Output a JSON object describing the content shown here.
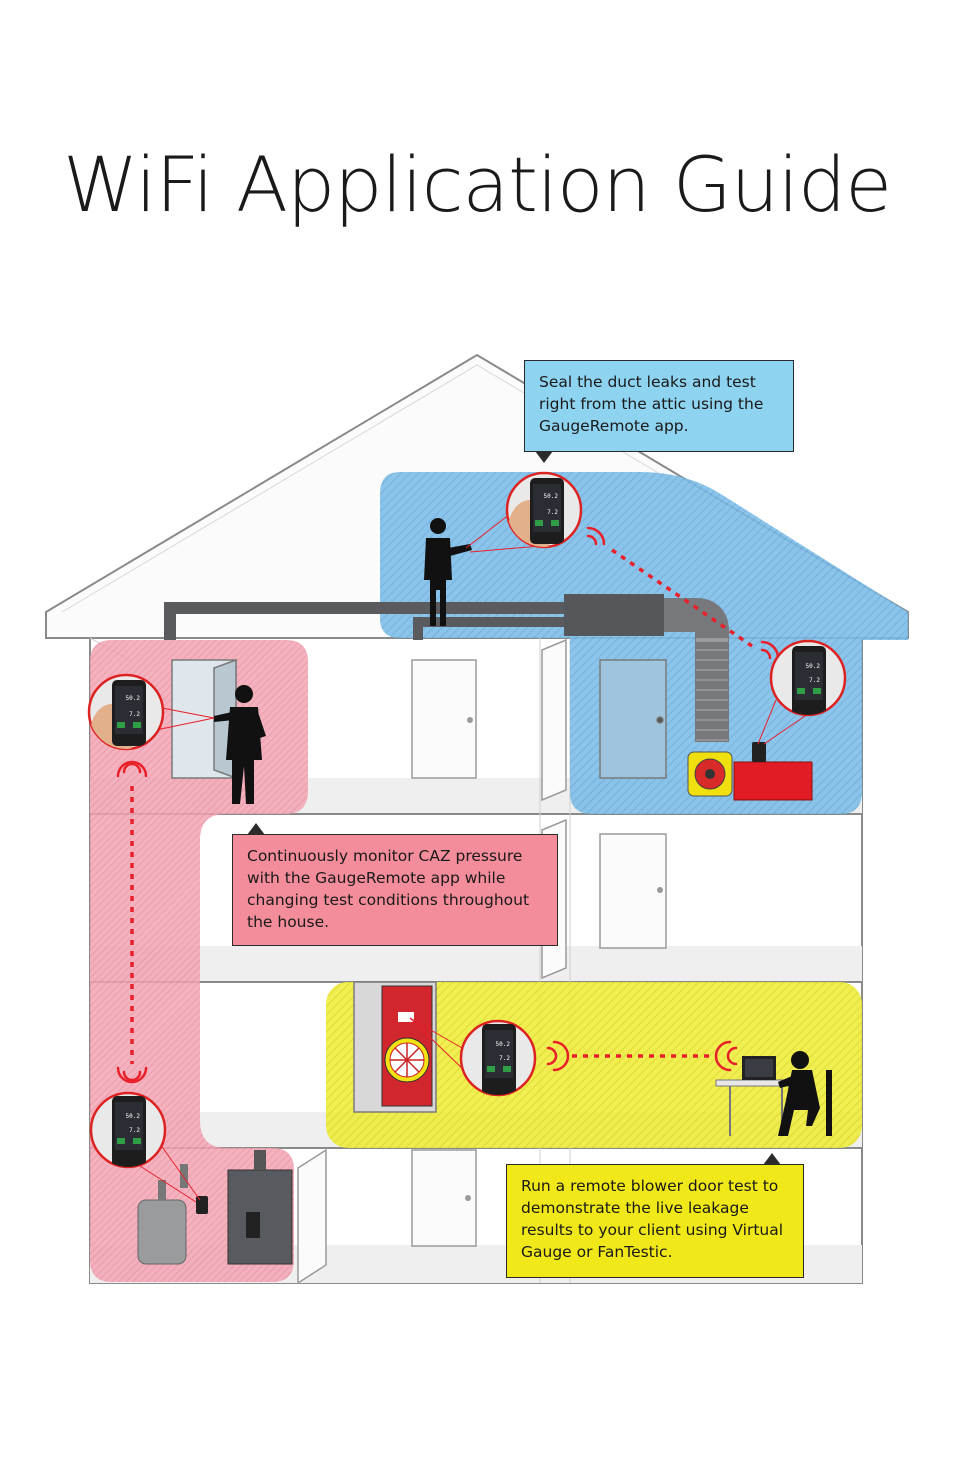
{
  "title": "WiFi Application Guide",
  "callouts": {
    "attic": "Seal the duct leaks and test right from the attic using the GaugeRemote app.",
    "caz": "Continuously monitor CAZ pressure with the GaugeRemote app while changing test conditions throughout the house.",
    "blower": "Run a remote blower door test to demonstrate the live leakage results to your client using Virtual Gauge or FanTestic."
  },
  "gauge": {
    "top_reading": "50.2",
    "bottom_reading": "7.2"
  },
  "colors": {
    "attic_zone": "#6fb6e6",
    "caz_zone": "#ef8fa3",
    "blower_zone": "#e9e62a",
    "wifi_signal": "#e8202a",
    "duct": "#5a5b5e",
    "callout_blue": "#8ed3f0",
    "callout_pink": "#f38c9b",
    "callout_yellow": "#f0e818"
  }
}
